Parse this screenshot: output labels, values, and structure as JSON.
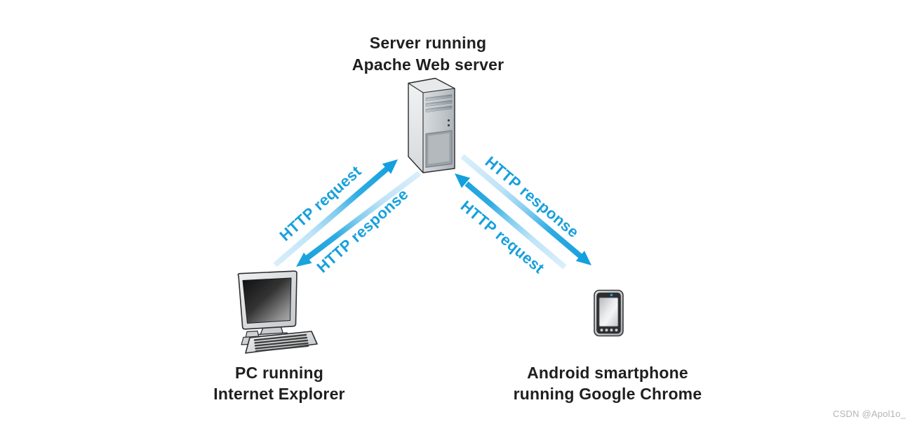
{
  "nodes": {
    "server": {
      "line1": "Server running",
      "line2": "Apache Web server"
    },
    "pc": {
      "line1": "PC running",
      "line2": "Internet Explorer"
    },
    "phone": {
      "line1": "Android smartphone",
      "line2": "running Google Chrome"
    }
  },
  "arrows": {
    "left_request": {
      "label": "HTTP request",
      "from": "pc",
      "to": "server"
    },
    "left_response": {
      "label": "HTTP response",
      "from": "server",
      "to": "pc"
    },
    "right_response": {
      "label": "HTTP response",
      "from": "server",
      "to": "phone"
    },
    "right_request": {
      "label": "HTTP request",
      "from": "phone",
      "to": "server"
    }
  },
  "watermark": "CSDN @Apol1o_",
  "colors": {
    "arrow_blue": "#17a0dd",
    "arrow_light_blue": "#daeffb",
    "node_label": "#1f1f1f",
    "watermark": "#b5b5b5"
  }
}
